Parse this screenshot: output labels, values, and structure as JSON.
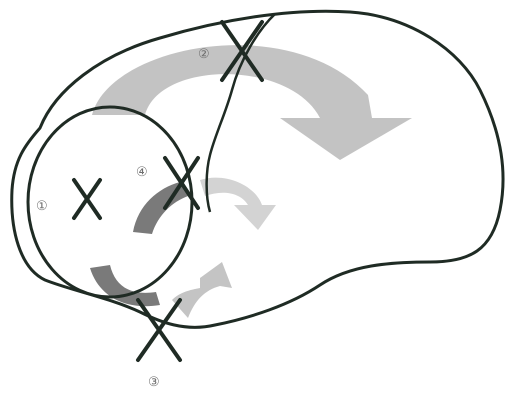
{
  "labels": {
    "region_1": "①",
    "region_2": "②",
    "region_3": "③",
    "region_4": "④"
  },
  "colors": {
    "outline": "#1f2b24",
    "arrow_light": "#bdbdbd",
    "arrow_pale": "#d3d3d3",
    "arrow_dark": "#7a7a7a",
    "background": "#ffffff"
  }
}
